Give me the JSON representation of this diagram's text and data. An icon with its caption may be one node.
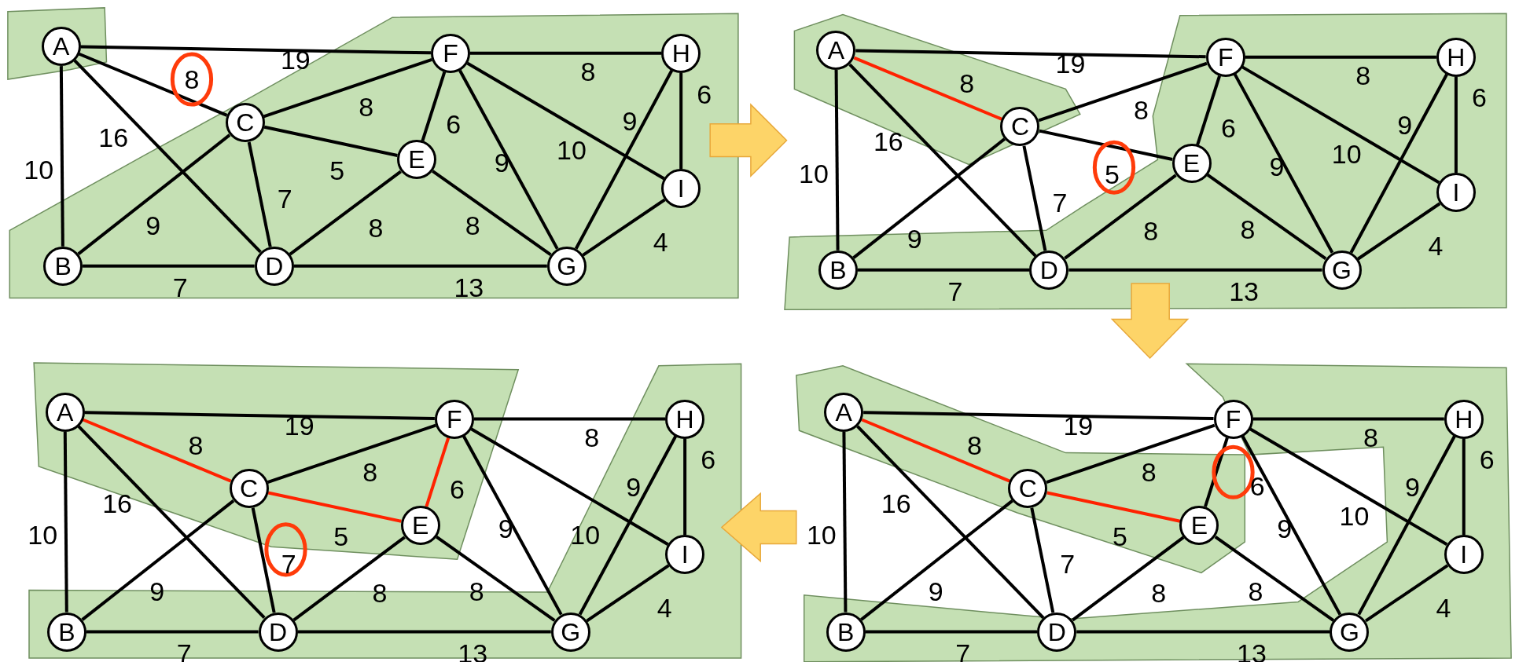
{
  "diagram": {
    "nodes": [
      {
        "text": [
          "A"
        ]
      },
      {
        "text": [
          "B"
        ]
      },
      {
        "text": [
          "C"
        ]
      },
      {
        "text": [
          "D"
        ]
      },
      {
        "text": [
          "E"
        ]
      },
      {
        "text": [
          "F"
        ]
      },
      {
        "text": [
          "G"
        ]
      },
      {
        "text": [
          "H"
        ]
      },
      {
        "text": [
          "I"
        ]
      },
      {
        "text": [
          "A"
        ]
      },
      {
        "text": [
          "B"
        ]
      },
      {
        "text": [
          "C"
        ]
      },
      {
        "text": [
          "D"
        ]
      },
      {
        "text": [
          "E"
        ]
      },
      {
        "text": [
          "F"
        ]
      },
      {
        "text": [
          "G"
        ]
      },
      {
        "text": [
          "H"
        ]
      },
      {
        "text": [
          "I"
        ]
      },
      {
        "text": [
          "A"
        ]
      },
      {
        "text": [
          "B"
        ]
      },
      {
        "text": [
          "C"
        ]
      },
      {
        "text": [
          "D"
        ]
      },
      {
        "text": [
          "E"
        ]
      },
      {
        "text": [
          "F"
        ]
      },
      {
        "text": [
          "G"
        ]
      },
      {
        "text": [
          "H"
        ]
      },
      {
        "text": [
          "I"
        ]
      },
      {
        "text": [
          "A"
        ]
      },
      {
        "text": [
          "B"
        ]
      },
      {
        "text": [
          "C"
        ]
      },
      {
        "text": [
          "D"
        ]
      },
      {
        "text": [
          "E"
        ]
      },
      {
        "text": [
          "F"
        ]
      },
      {
        "text": [
          "G"
        ]
      },
      {
        "text": [
          "H"
        ]
      },
      {
        "text": [
          "I"
        ]
      }
    ],
    "edges": [
      {
        "from": 0,
        "to": 5,
        "arrow": "none",
        "label": "19"
      },
      {
        "from": 5,
        "to": 7,
        "arrow": "none",
        "label": "8"
      },
      {
        "from": 0,
        "to": 2,
        "arrow": "none",
        "label": "8"
      },
      {
        "from": 0,
        "to": 1,
        "arrow": "none",
        "label": "10"
      },
      {
        "from": 0,
        "to": 3,
        "arrow": "none",
        "label": "16"
      },
      {
        "from": 2,
        "to": 5,
        "arrow": "none",
        "label": "8"
      },
      {
        "from": 2,
        "to": 4,
        "arrow": "none",
        "label": "5"
      },
      {
        "from": 2,
        "to": 1,
        "arrow": "none",
        "label": "9"
      },
      {
        "from": 2,
        "to": 3,
        "arrow": "none",
        "label": "7"
      },
      {
        "from": 5,
        "to": 4,
        "arrow": "none",
        "label": "6"
      },
      {
        "from": 5,
        "to": 6,
        "arrow": "none",
        "label": "9"
      },
      {
        "from": 5,
        "to": 8,
        "arrow": "none",
        "label": "10"
      },
      {
        "from": 4,
        "to": 3,
        "arrow": "none",
        "label": "8"
      },
      {
        "from": 4,
        "to": 6,
        "arrow": "none",
        "label": "8"
      },
      {
        "from": 7,
        "to": 8,
        "arrow": "none",
        "label": "6"
      },
      {
        "from": 7,
        "to": 6,
        "arrow": "none",
        "label": "9"
      },
      {
        "from": 8,
        "to": 6,
        "arrow": "none",
        "label": "4"
      },
      {
        "from": 1,
        "to": 3,
        "arrow": "none",
        "label": "7"
      },
      {
        "from": 3,
        "to": 6,
        "arrow": "none",
        "label": "13"
      },
      {
        "from": 9,
        "to": 14,
        "arrow": "none",
        "label": "19"
      },
      {
        "from": 14,
        "to": 16,
        "arrow": "none",
        "label": "8"
      },
      {
        "from": 9,
        "to": 11,
        "arrow": "none",
        "label": "8",
        "color": "#ff2200"
      },
      {
        "from": 9,
        "to": 10,
        "arrow": "none",
        "label": "10"
      },
      {
        "from": 9,
        "to": 12,
        "arrow": "none",
        "label": "16"
      },
      {
        "from": 11,
        "to": 14,
        "arrow": "none",
        "label": "8"
      },
      {
        "from": 11,
        "to": 13,
        "arrow": "none",
        "label": "5"
      },
      {
        "from": 11,
        "to": 10,
        "arrow": "none",
        "label": "9"
      },
      {
        "from": 11,
        "to": 12,
        "arrow": "none",
        "label": "7"
      },
      {
        "from": 14,
        "to": 13,
        "arrow": "none",
        "label": "6"
      },
      {
        "from": 14,
        "to": 15,
        "arrow": "none",
        "label": "9"
      },
      {
        "from": 14,
        "to": 17,
        "arrow": "none",
        "label": "10"
      },
      {
        "from": 13,
        "to": 12,
        "arrow": "none",
        "label": "8"
      },
      {
        "from": 13,
        "to": 15,
        "arrow": "none",
        "label": "8"
      },
      {
        "from": 16,
        "to": 17,
        "arrow": "none",
        "label": "6"
      },
      {
        "from": 16,
        "to": 15,
        "arrow": "none",
        "label": "9"
      },
      {
        "from": 17,
        "to": 15,
        "arrow": "none",
        "label": "4"
      },
      {
        "from": 10,
        "to": 12,
        "arrow": "none",
        "label": "7"
      },
      {
        "from": 12,
        "to": 15,
        "arrow": "none",
        "label": "13"
      },
      {
        "from": 18,
        "to": 23,
        "arrow": "none",
        "label": "19"
      },
      {
        "from": 23,
        "to": 25,
        "arrow": "none",
        "label": "8"
      },
      {
        "from": 18,
        "to": 20,
        "arrow": "none",
        "label": "8",
        "color": "#ff2200"
      },
      {
        "from": 18,
        "to": 19,
        "arrow": "none",
        "label": "10"
      },
      {
        "from": 18,
        "to": 21,
        "arrow": "none",
        "label": "16"
      },
      {
        "from": 20,
        "to": 23,
        "arrow": "none",
        "label": "8"
      },
      {
        "from": 20,
        "to": 22,
        "arrow": "none",
        "label": "5",
        "color": "#ff2200"
      },
      {
        "from": 20,
        "to": 19,
        "arrow": "none",
        "label": "9"
      },
      {
        "from": 20,
        "to": 21,
        "arrow": "none",
        "label": "7"
      },
      {
        "from": 23,
        "to": 22,
        "arrow": "none",
        "label": "6",
        "color": "#ff2200"
      },
      {
        "from": 23,
        "to": 24,
        "arrow": "none",
        "label": "9"
      },
      {
        "from": 23,
        "to": 26,
        "arrow": "none",
        "label": "10"
      },
      {
        "from": 22,
        "to": 21,
        "arrow": "none",
        "label": "8"
      },
      {
        "from": 22,
        "to": 24,
        "arrow": "none",
        "label": "8"
      },
      {
        "from": 25,
        "to": 26,
        "arrow": "none",
        "label": "6"
      },
      {
        "from": 25,
        "to": 24,
        "arrow": "none",
        "label": "9"
      },
      {
        "from": 26,
        "to": 24,
        "arrow": "none",
        "label": "4"
      },
      {
        "from": 19,
        "to": 21,
        "arrow": "none",
        "label": "7"
      },
      {
        "from": 21,
        "to": 24,
        "arrow": "none",
        "label": "13"
      },
      {
        "from": 27,
        "to": 32,
        "arrow": "none",
        "label": "19"
      },
      {
        "from": 32,
        "to": 34,
        "arrow": "none",
        "label": "8"
      },
      {
        "from": 27,
        "to": 29,
        "arrow": "none",
        "label": "8",
        "color": "#ff2200"
      },
      {
        "from": 27,
        "to": 28,
        "arrow": "none",
        "label": "10"
      },
      {
        "from": 27,
        "to": 30,
        "arrow": "none",
        "label": "16"
      },
      {
        "from": 29,
        "to": 32,
        "arrow": "none",
        "label": "8"
      },
      {
        "from": 29,
        "to": 31,
        "arrow": "none",
        "label": "5",
        "color": "#ff2200"
      },
      {
        "from": 29,
        "to": 28,
        "arrow": "none",
        "label": "9"
      },
      {
        "from": 29,
        "to": 30,
        "arrow": "none",
        "label": "7"
      },
      {
        "from": 32,
        "to": 31,
        "arrow": "none",
        "label": "6"
      },
      {
        "from": 32,
        "to": 33,
        "arrow": "none",
        "label": "9"
      },
      {
        "from": 32,
        "to": 35,
        "arrow": "none",
        "label": "10"
      },
      {
        "from": 31,
        "to": 30,
        "arrow": "none",
        "label": "8"
      },
      {
        "from": 31,
        "to": 33,
        "arrow": "none",
        "label": "8"
      },
      {
        "from": 34,
        "to": 35,
        "arrow": "none",
        "label": "6"
      },
      {
        "from": 34,
        "to": 33,
        "arrow": "none",
        "label": "9"
      },
      {
        "from": 35,
        "to": 33,
        "arrow": "none",
        "label": "4"
      },
      {
        "from": 28,
        "to": 30,
        "arrow": "none",
        "label": "7"
      },
      {
        "from": 30,
        "to": 33,
        "arrow": "none",
        "label": "13"
      }
    ]
  }
}
